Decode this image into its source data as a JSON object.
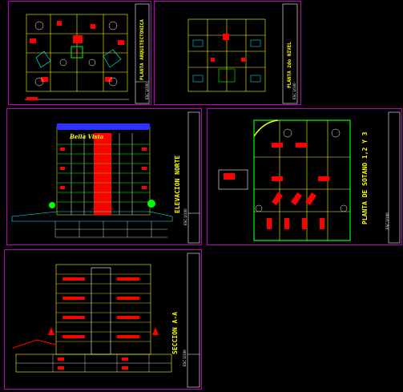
{
  "sheets": {
    "architectural_plan": {
      "title": "PLANTA ARQUITECTONICA",
      "sub": "ESC 1/100"
    },
    "second_floor": {
      "title": "PLANTA 2do NIVEL",
      "sub": "ESC 1/100"
    },
    "north_elevation": {
      "title": "ELEVACION NORTE",
      "sub": "ESC 1/100",
      "sign": "Bella Vista"
    },
    "basement_plan": {
      "title": "PLANTA DE SOTANO 1,2 Y 3",
      "sub": "ESC 1/100"
    },
    "section": {
      "title": "SECCION A-A",
      "sub": "ESC 1/100"
    }
  },
  "colors": {
    "frame": "#c000c0",
    "line": "#ffff00",
    "accent": "#ff0000",
    "green": "#00ff00",
    "cyan": "#00ffff",
    "white": "#ffffff"
  }
}
